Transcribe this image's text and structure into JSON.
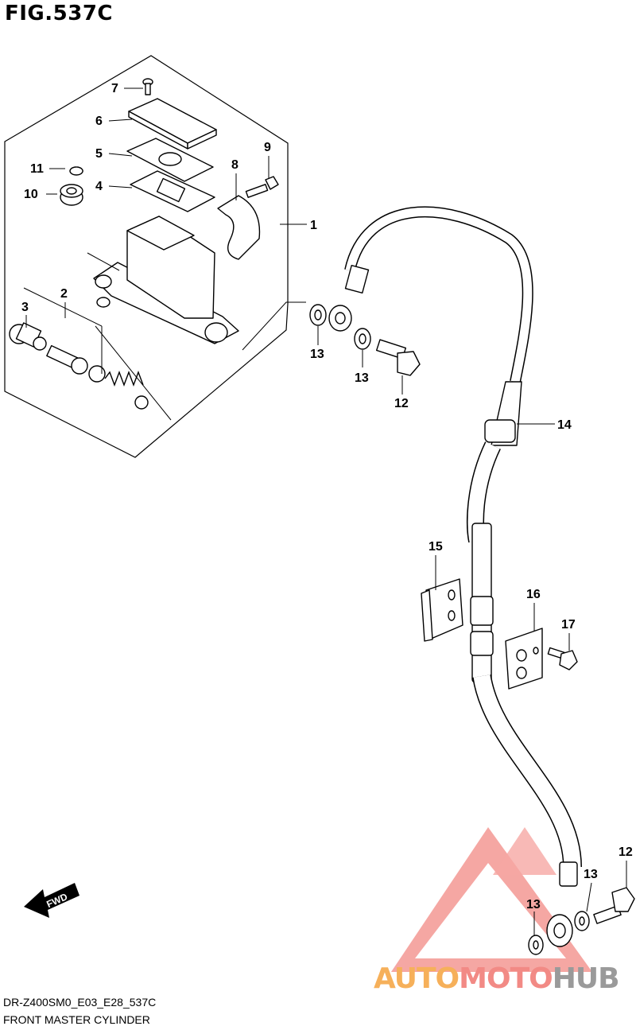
{
  "figure": {
    "title": "FIG.537C"
  },
  "footer": {
    "code": "DR-Z400SM0_E03_E28_537C",
    "name": "FRONT MASTER CYLINDER"
  },
  "fwd_label": "FWD",
  "watermark": {
    "part1": "AUTO",
    "part2": "MOTO",
    "part3": "HUB",
    "colors": [
      "#f6b05a",
      "#f28a85",
      "#9a9a9a"
    ]
  },
  "callouts": {
    "c1": "1",
    "c2": "2",
    "c3": "3",
    "c4": "4",
    "c5": "5",
    "c6": "6",
    "c7": "7",
    "c8": "8",
    "c9": "9",
    "c10": "10",
    "c11": "11",
    "c12a": "12",
    "c12b": "12",
    "c13a": "13",
    "c13b": "13",
    "c13c": "13",
    "c13d": "13",
    "c14": "14",
    "c15": "15",
    "c16": "16",
    "c17": "17"
  }
}
